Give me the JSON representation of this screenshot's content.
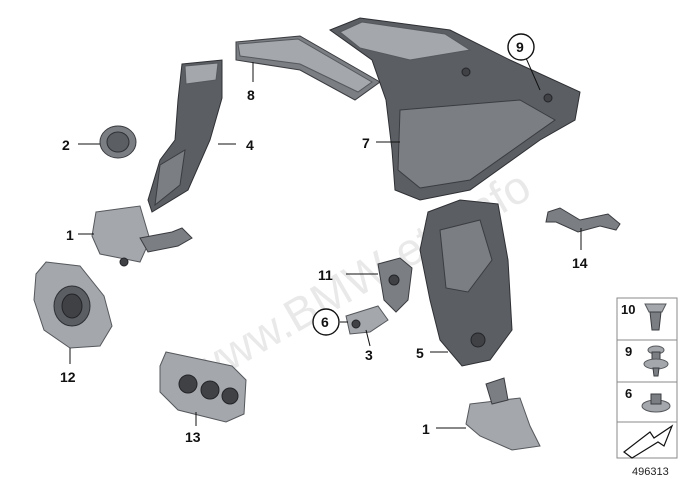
{
  "watermark": "www.BMW-etk.info",
  "diagram_number": "496313",
  "callouts": {
    "p1a": "1",
    "p1b": "1",
    "p2": "2",
    "p3": "3",
    "p4": "4",
    "p5": "5",
    "p6": "6",
    "p7": "7",
    "p8": "8",
    "p9": "9",
    "p11": "11",
    "p12": "12",
    "p13": "13",
    "p14": "14"
  },
  "legend": {
    "items": [
      "10",
      "9",
      "6"
    ],
    "arrow_icon": "arrow-icon"
  },
  "colors": {
    "part_dark": "#5b5e63",
    "part_mid": "#7b7e83",
    "part_light": "#a4a7ab",
    "watermark": "#d8d8d8"
  }
}
